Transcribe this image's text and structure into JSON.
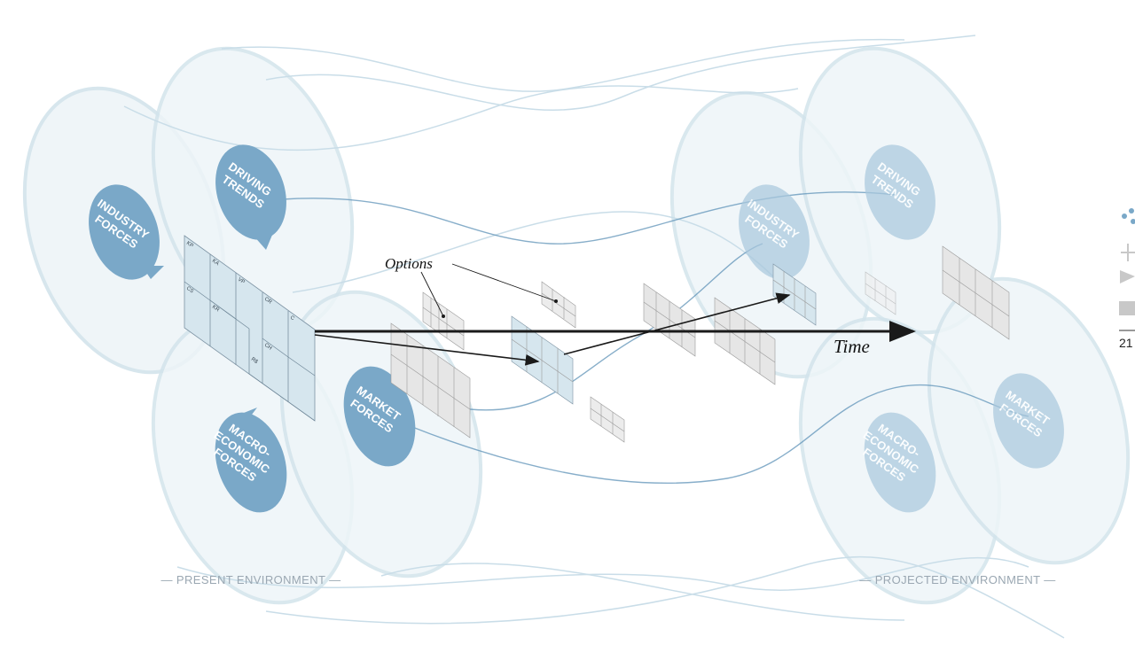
{
  "diagram": {
    "present_forces": {
      "industry": [
        "INDUSTRY",
        "FORCES"
      ],
      "driving": [
        "DRIVING",
        "TRENDS"
      ],
      "macro": [
        "MACRO-",
        "ECONOMIC",
        "FORCES"
      ],
      "market": [
        "MARKET",
        "FORCES"
      ]
    },
    "projected_forces": {
      "industry": [
        "INDUSTRY",
        "FORCES"
      ],
      "driving": [
        "DRIVING",
        "TRENDS"
      ],
      "macro": [
        "MACRO-",
        "ECONOMIC",
        "FORCES"
      ],
      "market": [
        "MARKET",
        "FORCES"
      ]
    },
    "canvas_codes": [
      "KP",
      "KA",
      "VP",
      "CR",
      "C",
      "KR",
      "CH",
      "CS",
      "R$"
    ],
    "options_label": "Options",
    "time_label": "Time",
    "present_environment": "— PRESENT ENVIRONMENT —",
    "projected_environment": "— PROJECTED ENVIRONMENT —",
    "page_number": "21",
    "colors": {
      "ring_fill": "#eef5f8",
      "ring_stroke": "#d3e4ec",
      "bubble": "#7aa8c8",
      "bubble_faded": "#a9c8dc",
      "canvas_blue": "#d6e6ee",
      "canvas_grey": "#e6e6e6",
      "arrow": "#1a1a1a",
      "curve": "#5f93b8"
    }
  }
}
